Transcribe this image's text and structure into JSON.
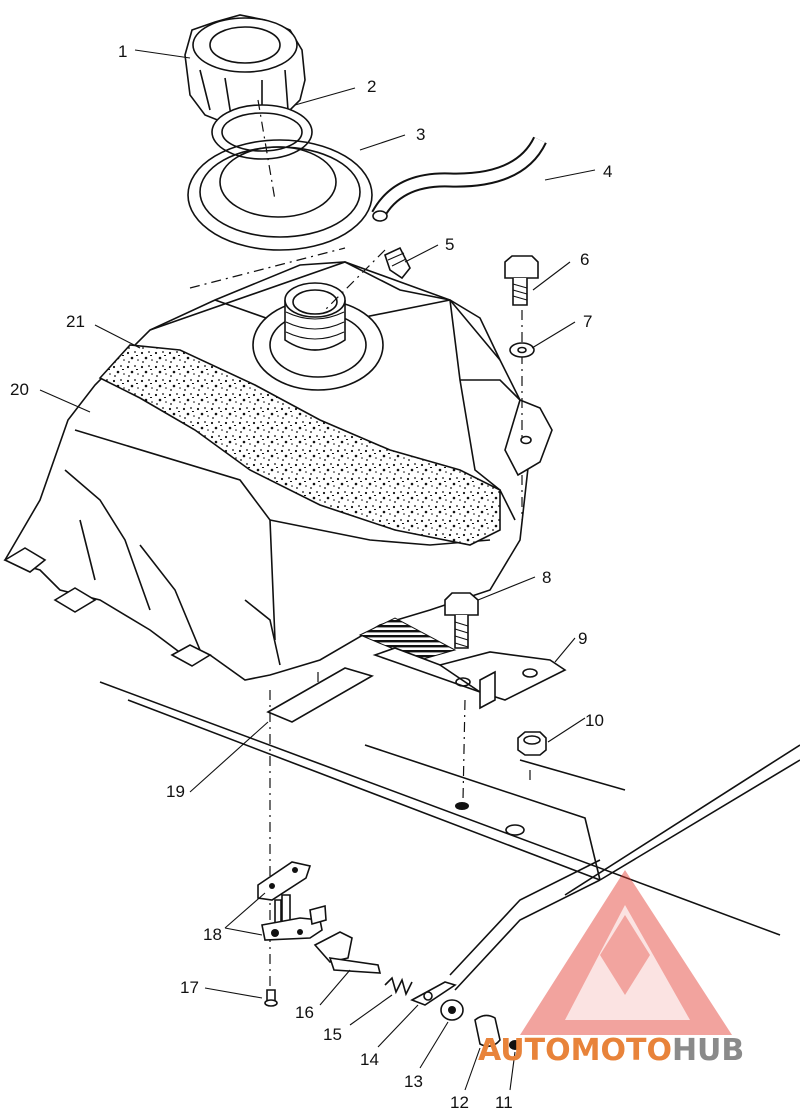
{
  "callouts": [
    "1",
    "2",
    "3",
    "4",
    "5",
    "6",
    "7",
    "8",
    "9",
    "10",
    "11",
    "12",
    "13",
    "14",
    "15",
    "16",
    "17",
    "18",
    "19",
    "20",
    "21"
  ],
  "watermark": {
    "part1": "AUTOMOTO",
    "part2": "HUB",
    "color1": "#e8833a",
    "color2": "#8a8a8a",
    "logo_color": "#e43a2f"
  }
}
